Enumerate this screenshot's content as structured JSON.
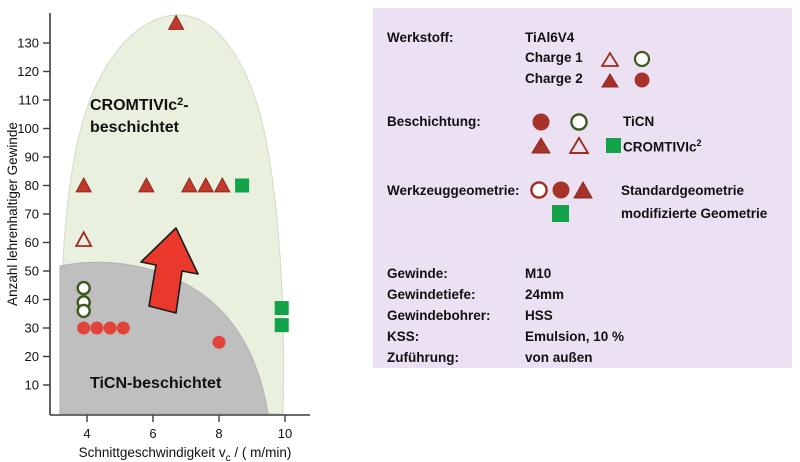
{
  "chart_data": {
    "type": "scatter",
    "title": "",
    "xlabel": "Schnittgeschwindigkeit v_c / ( m/min)",
    "xlabel_main": "Schnittgeschwindigkeit v",
    "xlabel_sub": "c",
    "xlabel_rest": " / ( m/min)",
    "ylabel": "Anzahl lehrenhaltiger Gewinde",
    "xticks": [
      4,
      6,
      8,
      10
    ],
    "yticks": [
      10,
      20,
      30,
      40,
      50,
      60,
      70,
      80,
      90,
      100,
      110,
      120,
      130
    ],
    "xlim": [
      2.5,
      10.6
    ],
    "ylim": [
      0,
      140
    ],
    "grid": false,
    "regions": [
      {
        "name": "CROMTIVIc2-beschichtet",
        "label_lines": [
          "CROMTIVIc",
          "-",
          "beschichtet"
        ],
        "label_text": "CROMTIVIc²-",
        "label_text2": "beschichtet",
        "color": "#e9f0dd"
      },
      {
        "name": "TiCN-beschichtet",
        "label_text": "TiCN-beschichtet",
        "color": "#bfbfbf"
      }
    ],
    "series": [
      {
        "name": "CROMTIVIc2 Charge 2 Standardgeometrie",
        "marker": "filled-triangle",
        "color": "#c0392b",
        "points": [
          {
            "x": 6.7,
            "y": 137
          },
          {
            "x": 3.9,
            "y": 80
          },
          {
            "x": 5.8,
            "y": 80
          },
          {
            "x": 7.1,
            "y": 80
          },
          {
            "x": 7.6,
            "y": 80
          },
          {
            "x": 8.1,
            "y": 80
          }
        ]
      },
      {
        "name": "CROMTIVIc2 Charge 1 Standardgeometrie",
        "marker": "open-triangle",
        "color": "#a02c20",
        "points": [
          {
            "x": 3.9,
            "y": 61
          }
        ]
      },
      {
        "name": "CROMTIVIc2 modifizierte Geometrie",
        "marker": "filled-square",
        "color": "#12a24a",
        "points": [
          {
            "x": 8.7,
            "y": 80
          },
          {
            "x": 9.9,
            "y": 37
          },
          {
            "x": 9.9,
            "y": 31
          }
        ]
      },
      {
        "name": "TiCN Charge 1 Standardgeometrie",
        "marker": "open-circle",
        "color": "#3c5a1e",
        "points": [
          {
            "x": 3.9,
            "y": 44
          },
          {
            "x": 3.9,
            "y": 39
          },
          {
            "x": 3.9,
            "y": 36
          }
        ]
      },
      {
        "name": "TiCN Charge 2 Standardgeometrie",
        "marker": "filled-circle",
        "color": "#e0443a",
        "points": [
          {
            "x": 3.9,
            "y": 30
          },
          {
            "x": 4.3,
            "y": 30
          },
          {
            "x": 4.7,
            "y": 30
          },
          {
            "x": 5.1,
            "y": 30
          },
          {
            "x": 8.0,
            "y": 25
          }
        ]
      }
    ],
    "annotations": [
      {
        "type": "arrow",
        "name": "improvement-arrow",
        "color": "#e8392c",
        "direction": "up-right"
      }
    ]
  },
  "info_panel": {
    "background": "#ece1f2",
    "rows": [
      {
        "label": "Werkstoff:",
        "value": "TiAl6V4"
      },
      {
        "label": "",
        "value": "Charge 1"
      },
      {
        "label": "",
        "value": "Charge 2"
      },
      {
        "label": "Beschichtung:",
        "value": ""
      },
      {
        "label": "",
        "value": ""
      },
      {
        "label": "Werkzeuggeometrie:",
        "value": ""
      },
      {
        "label": "Gewinde:",
        "value": "M10"
      },
      {
        "label": "Gewindetiefe:",
        "value": "24mm"
      },
      {
        "label": "Gewindebohrer:",
        "value": "HSS"
      },
      {
        "label": "KSS:",
        "value": "Emulsion, 10 %"
      },
      {
        "label": "Zuführung:",
        "value": "von außen"
      }
    ],
    "werkstoff_label": "Werkstoff:",
    "werkstoff_value": "TiAl6V4",
    "charge1": "Charge 1",
    "charge2": "Charge 2",
    "beschichtung_label": "Beschichtung:",
    "beschichtung_v1": "TiCN",
    "beschichtung_v2": "CROMTIVIc",
    "beschichtung_v2_sup": "2",
    "werkzeuggeometrie_label": "Werkzeuggeometrie:",
    "werkzeug_v1": "Standardgeometrie",
    "werkzeug_v2": "modifizierte Geometrie",
    "gewinde_label": "Gewinde:",
    "gewinde_value": "M10",
    "gewindetiefe_label": "Gewindetiefe:",
    "gewindetiefe_value": "24mm",
    "gewindebohrer_label": "Gewindebohrer:",
    "gewindebohrer_value": "HSS",
    "kss_label": "KSS:",
    "kss_value": "Emulsion, 10 %",
    "zufuehrung_label": "Zuführung:",
    "zufuehrung_value": "von außen"
  },
  "colors": {
    "red_marker": "#c0392b",
    "red_circle": "#e0443a",
    "green_marker": "#12a24a",
    "dark_green_outline": "#3c5a1e",
    "arrow": "#e8392c",
    "region_upper": "#e9f0dd",
    "region_lower": "#bfbfbf",
    "panel_bg": "#ece1f2"
  }
}
